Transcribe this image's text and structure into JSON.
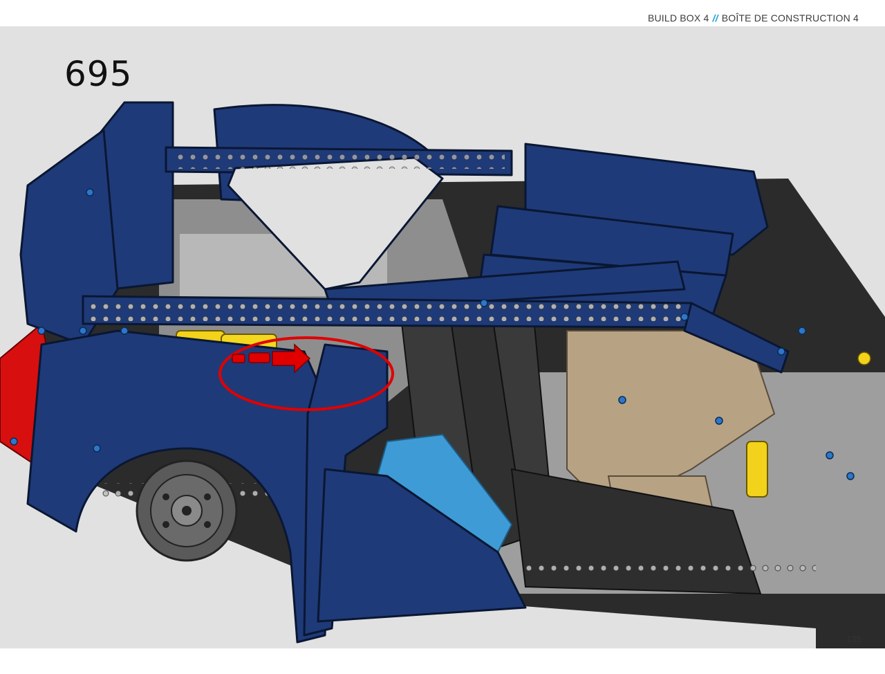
{
  "header": {
    "left": "BUILD BOX 4",
    "separator": "//",
    "right": "BOÎTE DE CONSTRUCTION 4"
  },
  "step_number": "695",
  "page_number": "135",
  "colors": {
    "panel": "#e1e1e1",
    "accent": "#1aa0dc",
    "body_blue": "#1f3a78",
    "callout_red": "#e00000"
  },
  "icons": [
    "double-slash-separator",
    "red-ellipse-callout",
    "red-arrow-icon"
  ]
}
